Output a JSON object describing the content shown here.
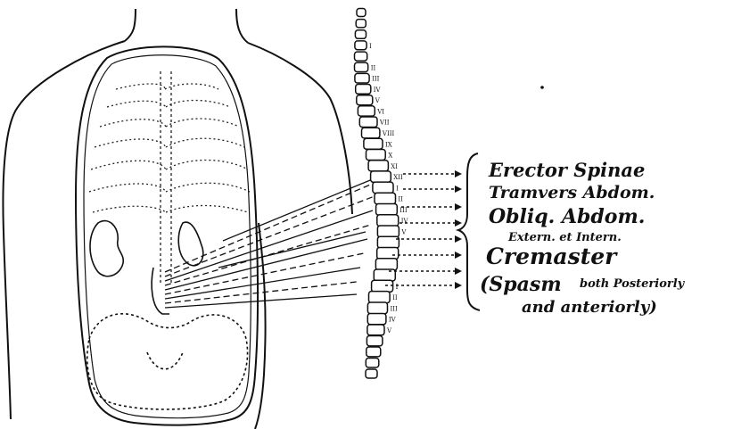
{
  "labels": {
    "erector": "Erector Spinae",
    "transvers": "Tramvers Abdom.",
    "oblig": "Obliq. Abdom.",
    "extern": "Extern. et Intern.",
    "cremaster": "Cremaster",
    "spasm": "(Spasm",
    "both": "both Posteriorly",
    "anteriorly": "and anteriorly)"
  },
  "vertebra_numerals": [
    "I",
    "II",
    "III",
    "IV",
    "V",
    "VI",
    "VII",
    "VIII",
    "IX",
    "X",
    "XI",
    "XII",
    "I",
    "II",
    "III",
    "IV",
    "V",
    "I",
    "II",
    "III",
    "IV",
    "V"
  ],
  "colors": {
    "ink": "#111111",
    "paper": "#ffffff"
  }
}
